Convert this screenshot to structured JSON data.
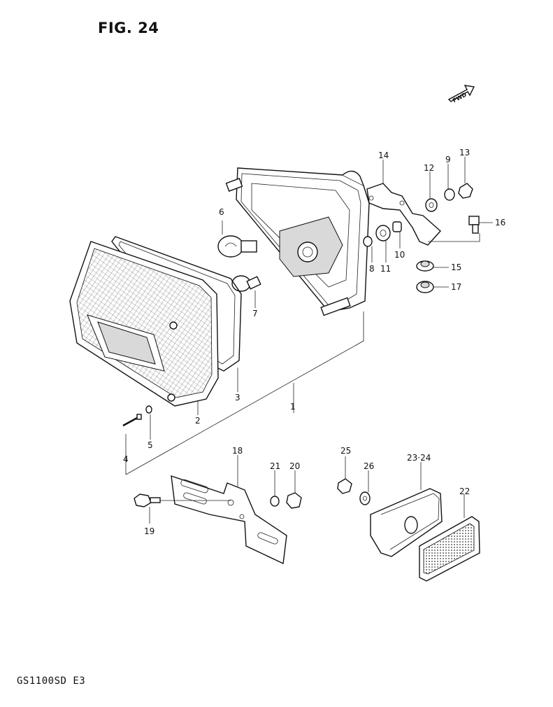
{
  "figure": {
    "title": "FIG. 24",
    "model_code": "GS1100SD  E3",
    "fwd_label": "FWD"
  },
  "callouts": [
    {
      "id": "c1",
      "text": "1"
    },
    {
      "id": "c2",
      "text": "2"
    },
    {
      "id": "c3",
      "text": "3"
    },
    {
      "id": "c4",
      "text": "4"
    },
    {
      "id": "c5",
      "text": "5"
    },
    {
      "id": "c6",
      "text": "6"
    },
    {
      "id": "c7",
      "text": "7"
    },
    {
      "id": "c8",
      "text": "8"
    },
    {
      "id": "c9",
      "text": "9"
    },
    {
      "id": "c10",
      "text": "10"
    },
    {
      "id": "c11",
      "text": "11"
    },
    {
      "id": "c12",
      "text": "12"
    },
    {
      "id": "c13",
      "text": "13"
    },
    {
      "id": "c14",
      "text": "14"
    },
    {
      "id": "c15",
      "text": "15"
    },
    {
      "id": "c16",
      "text": "16"
    },
    {
      "id": "c17",
      "text": "17"
    },
    {
      "id": "c18",
      "text": "18"
    },
    {
      "id": "c19",
      "text": "19"
    },
    {
      "id": "c20",
      "text": "20"
    },
    {
      "id": "c21",
      "text": "21"
    },
    {
      "id": "c22",
      "text": "22"
    },
    {
      "id": "c23",
      "text": "23·24"
    },
    {
      "id": "c25",
      "text": "25"
    },
    {
      "id": "c26",
      "text": "26"
    }
  ]
}
